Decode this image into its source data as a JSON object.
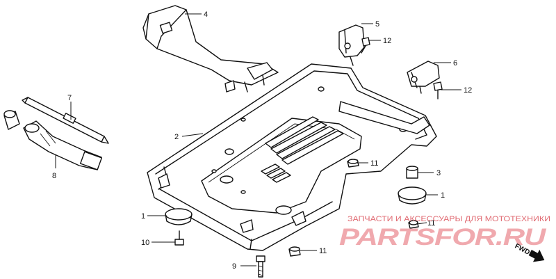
{
  "callouts": {
    "c4": "4",
    "c5": "5",
    "c12a": "12",
    "c6": "6",
    "c12b": "12",
    "c7": "7",
    "c2": "2",
    "c8": "8",
    "c11a": "11",
    "c3": "3",
    "c1a": "1",
    "c1b": "1",
    "c10": "10",
    "c11b": "11",
    "c11c": "11",
    "c9": "9"
  },
  "watermark": {
    "tagline": "ЗАПЧАСТИ И АКСЕССУАРЫ ДЛЯ МОТОТЕХНИКИ",
    "logo_text": "PARTSFOR.RU"
  },
  "fwd_label": "FWD"
}
